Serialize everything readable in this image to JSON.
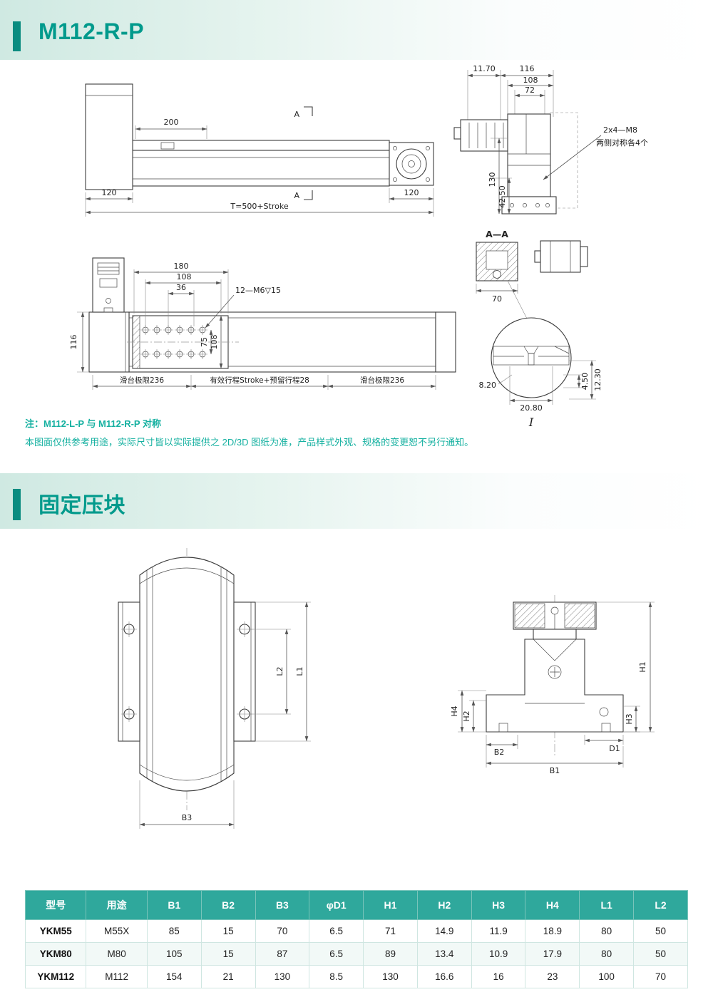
{
  "header": {
    "title": "M112-R-P"
  },
  "section2": {
    "title": "固定压块"
  },
  "notes": {
    "line1": "注：M112-L-P 与 M112-R-P 对称",
    "line2": "本图面仅供参考用途，实际尺寸皆以实际提供之 2D/3D 图纸为准，产品样式外观、规格的变更恕不另行通知。"
  },
  "side_view": {
    "dim_200": "200",
    "mark_a": "A",
    "dim_120_left": "120",
    "dim_total": "T=500+Stroke",
    "dim_120_right": "120"
  },
  "end_view": {
    "dim_1170": "11.70",
    "dim_116": "116",
    "dim_108": "108",
    "dim_72": "72",
    "bolt_note_1": "2x4—M8",
    "bolt_note_2": "两侧对称各4个",
    "dim_130": "130",
    "dim_4250": "42.50"
  },
  "section_aa": {
    "label": "A—A",
    "dim_70": "70"
  },
  "detail": {
    "dim_820": "8.20",
    "dim_2080": "20.80",
    "dim_450": "4.50",
    "dim_1230": "12.30",
    "label": "I"
  },
  "top_view": {
    "dim_180": "180",
    "dim_108": "108",
    "dim_36": "36",
    "thread_note": "12—M6▽15",
    "dim_116": "116",
    "dim_75": "75",
    "dim_108b": "108",
    "limit_left": "滑台极限236",
    "stroke_label": "有效行程Stroke+预留行程28",
    "limit_right": "滑台极限236"
  },
  "clamp_front": {
    "dim_l2": "L2",
    "dim_l1": "L1",
    "dim_b3": "B3"
  },
  "clamp_profile": {
    "dim_h1": "H1",
    "dim_h2": "H2",
    "dim_h3": "H3",
    "dim_h4": "H4",
    "dim_b1": "B1",
    "dim_b2": "B2",
    "dim_d1": "D1"
  },
  "table": {
    "headers": [
      "型号",
      "用途",
      "B1",
      "B2",
      "B3",
      "φD1",
      "H1",
      "H2",
      "H3",
      "H4",
      "L1",
      "L2"
    ],
    "rows": [
      [
        "YKM55",
        "M55X",
        "85",
        "15",
        "70",
        "6.5",
        "71",
        "14.9",
        "11.9",
        "18.9",
        "80",
        "50"
      ],
      [
        "YKM80",
        "M80",
        "105",
        "15",
        "87",
        "6.5",
        "89",
        "13.4",
        "10.9",
        "17.9",
        "80",
        "50"
      ],
      [
        "YKM112",
        "M112",
        "154",
        "21",
        "130",
        "8.5",
        "130",
        "16.6",
        "16",
        "23",
        "100",
        "70"
      ]
    ]
  },
  "colors": {
    "accent": "#0a8c80",
    "title": "#019a8c",
    "table_header": "#2fa89c"
  }
}
